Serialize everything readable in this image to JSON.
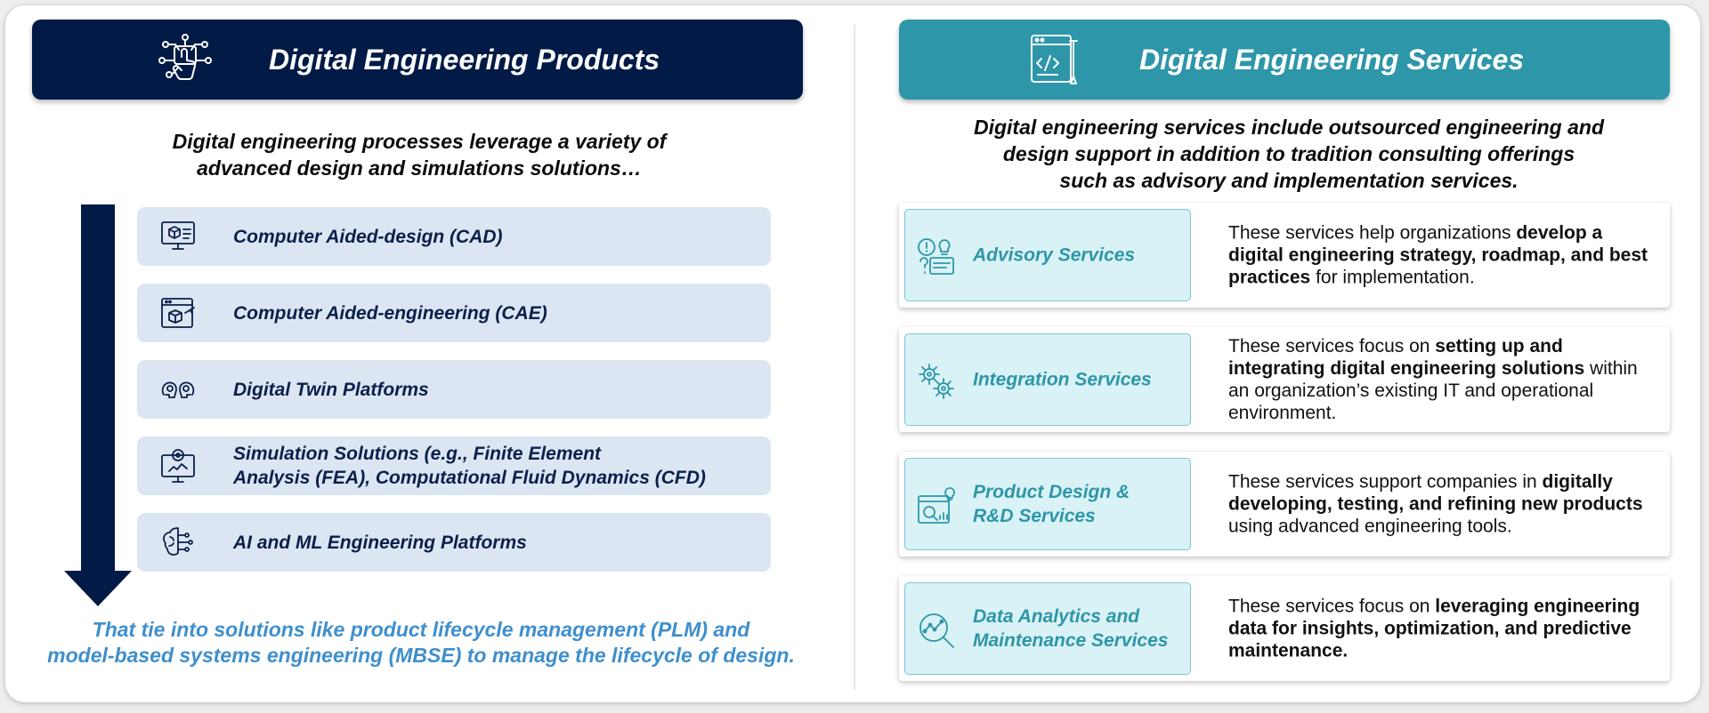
{
  "left_panel": {
    "header": {
      "title": "Digital Engineering Products",
      "icon": "touch-network-icon"
    },
    "intro_lines": [
      "Digital engineering processes leverage a variety of",
      "advanced design and simulations solutions…"
    ],
    "products": [
      {
        "icon": "cad-monitor-icon",
        "lines": [
          "Computer Aided-design (CAD)"
        ]
      },
      {
        "icon": "cae-window-icon",
        "lines": [
          "Computer Aided-engineering (CAE)"
        ]
      },
      {
        "icon": "digital-twin-icon",
        "lines": [
          "Digital Twin Platforms"
        ]
      },
      {
        "icon": "simulation-monitor-icon",
        "lines": [
          "Simulation Solutions (e.g., Finite Element",
          "Analysis (FEA), Computational Fluid Dynamics (CFD)"
        ]
      },
      {
        "icon": "ai-brain-icon",
        "lines": [
          "AI and ML Engineering Platforms"
        ]
      }
    ],
    "footer_lines": [
      "That tie into solutions like product lifecycle management (PLM) and",
      "model-based systems engineering (MBSE) to manage the lifecycle of design."
    ]
  },
  "right_panel": {
    "header": {
      "title": "Digital Engineering Services",
      "icon": "code-tools-icon"
    },
    "intro_lines": [
      "Digital engineering services include outsourced engineering and",
      "design support in addition to tradition consulting offerings",
      "such as advisory and implementation services."
    ],
    "services": [
      {
        "icon": "advisory-icon",
        "lines": [
          "Advisory Services"
        ],
        "description": [
          {
            "text": "These services help organizations ",
            "bold": false
          },
          {
            "text": "develop a digital engineering strategy, roadmap, and best practices",
            "bold": true
          },
          {
            "text": " for implementation.",
            "bold": false
          }
        ]
      },
      {
        "icon": "gears-icon",
        "lines": [
          "Integration Services"
        ],
        "description": [
          {
            "text": "These services focus on ",
            "bold": false
          },
          {
            "text": "setting up and integrating digital engineering solutions",
            "bold": true
          },
          {
            "text": " within an organization’s existing IT and operational environment.",
            "bold": false
          }
        ]
      },
      {
        "icon": "product-design-icon",
        "lines": [
          "Product Design &",
          "R&D Services"
        ],
        "description": [
          {
            "text": "These services support companies in ",
            "bold": false
          },
          {
            "text": "digitally developing, testing, and refining new products",
            "bold": true
          },
          {
            "text": " using advanced engineering tools.",
            "bold": false
          }
        ]
      },
      {
        "icon": "data-analytics-icon",
        "lines": [
          "Data Analytics and",
          "Maintenance Services"
        ],
        "description": [
          {
            "text": "These services focus on ",
            "bold": false
          },
          {
            "text": "leveraging engineering data for insights, optimization, and predictive maintenance.",
            "bold": true
          }
        ]
      }
    ]
  },
  "colors": {
    "navy": "#021a46",
    "teal": "#2e96a9",
    "product_row_bg": "#dce6f2",
    "service_box_bg": "#d9f2f5",
    "footer_blue": "#3f8fcc"
  }
}
